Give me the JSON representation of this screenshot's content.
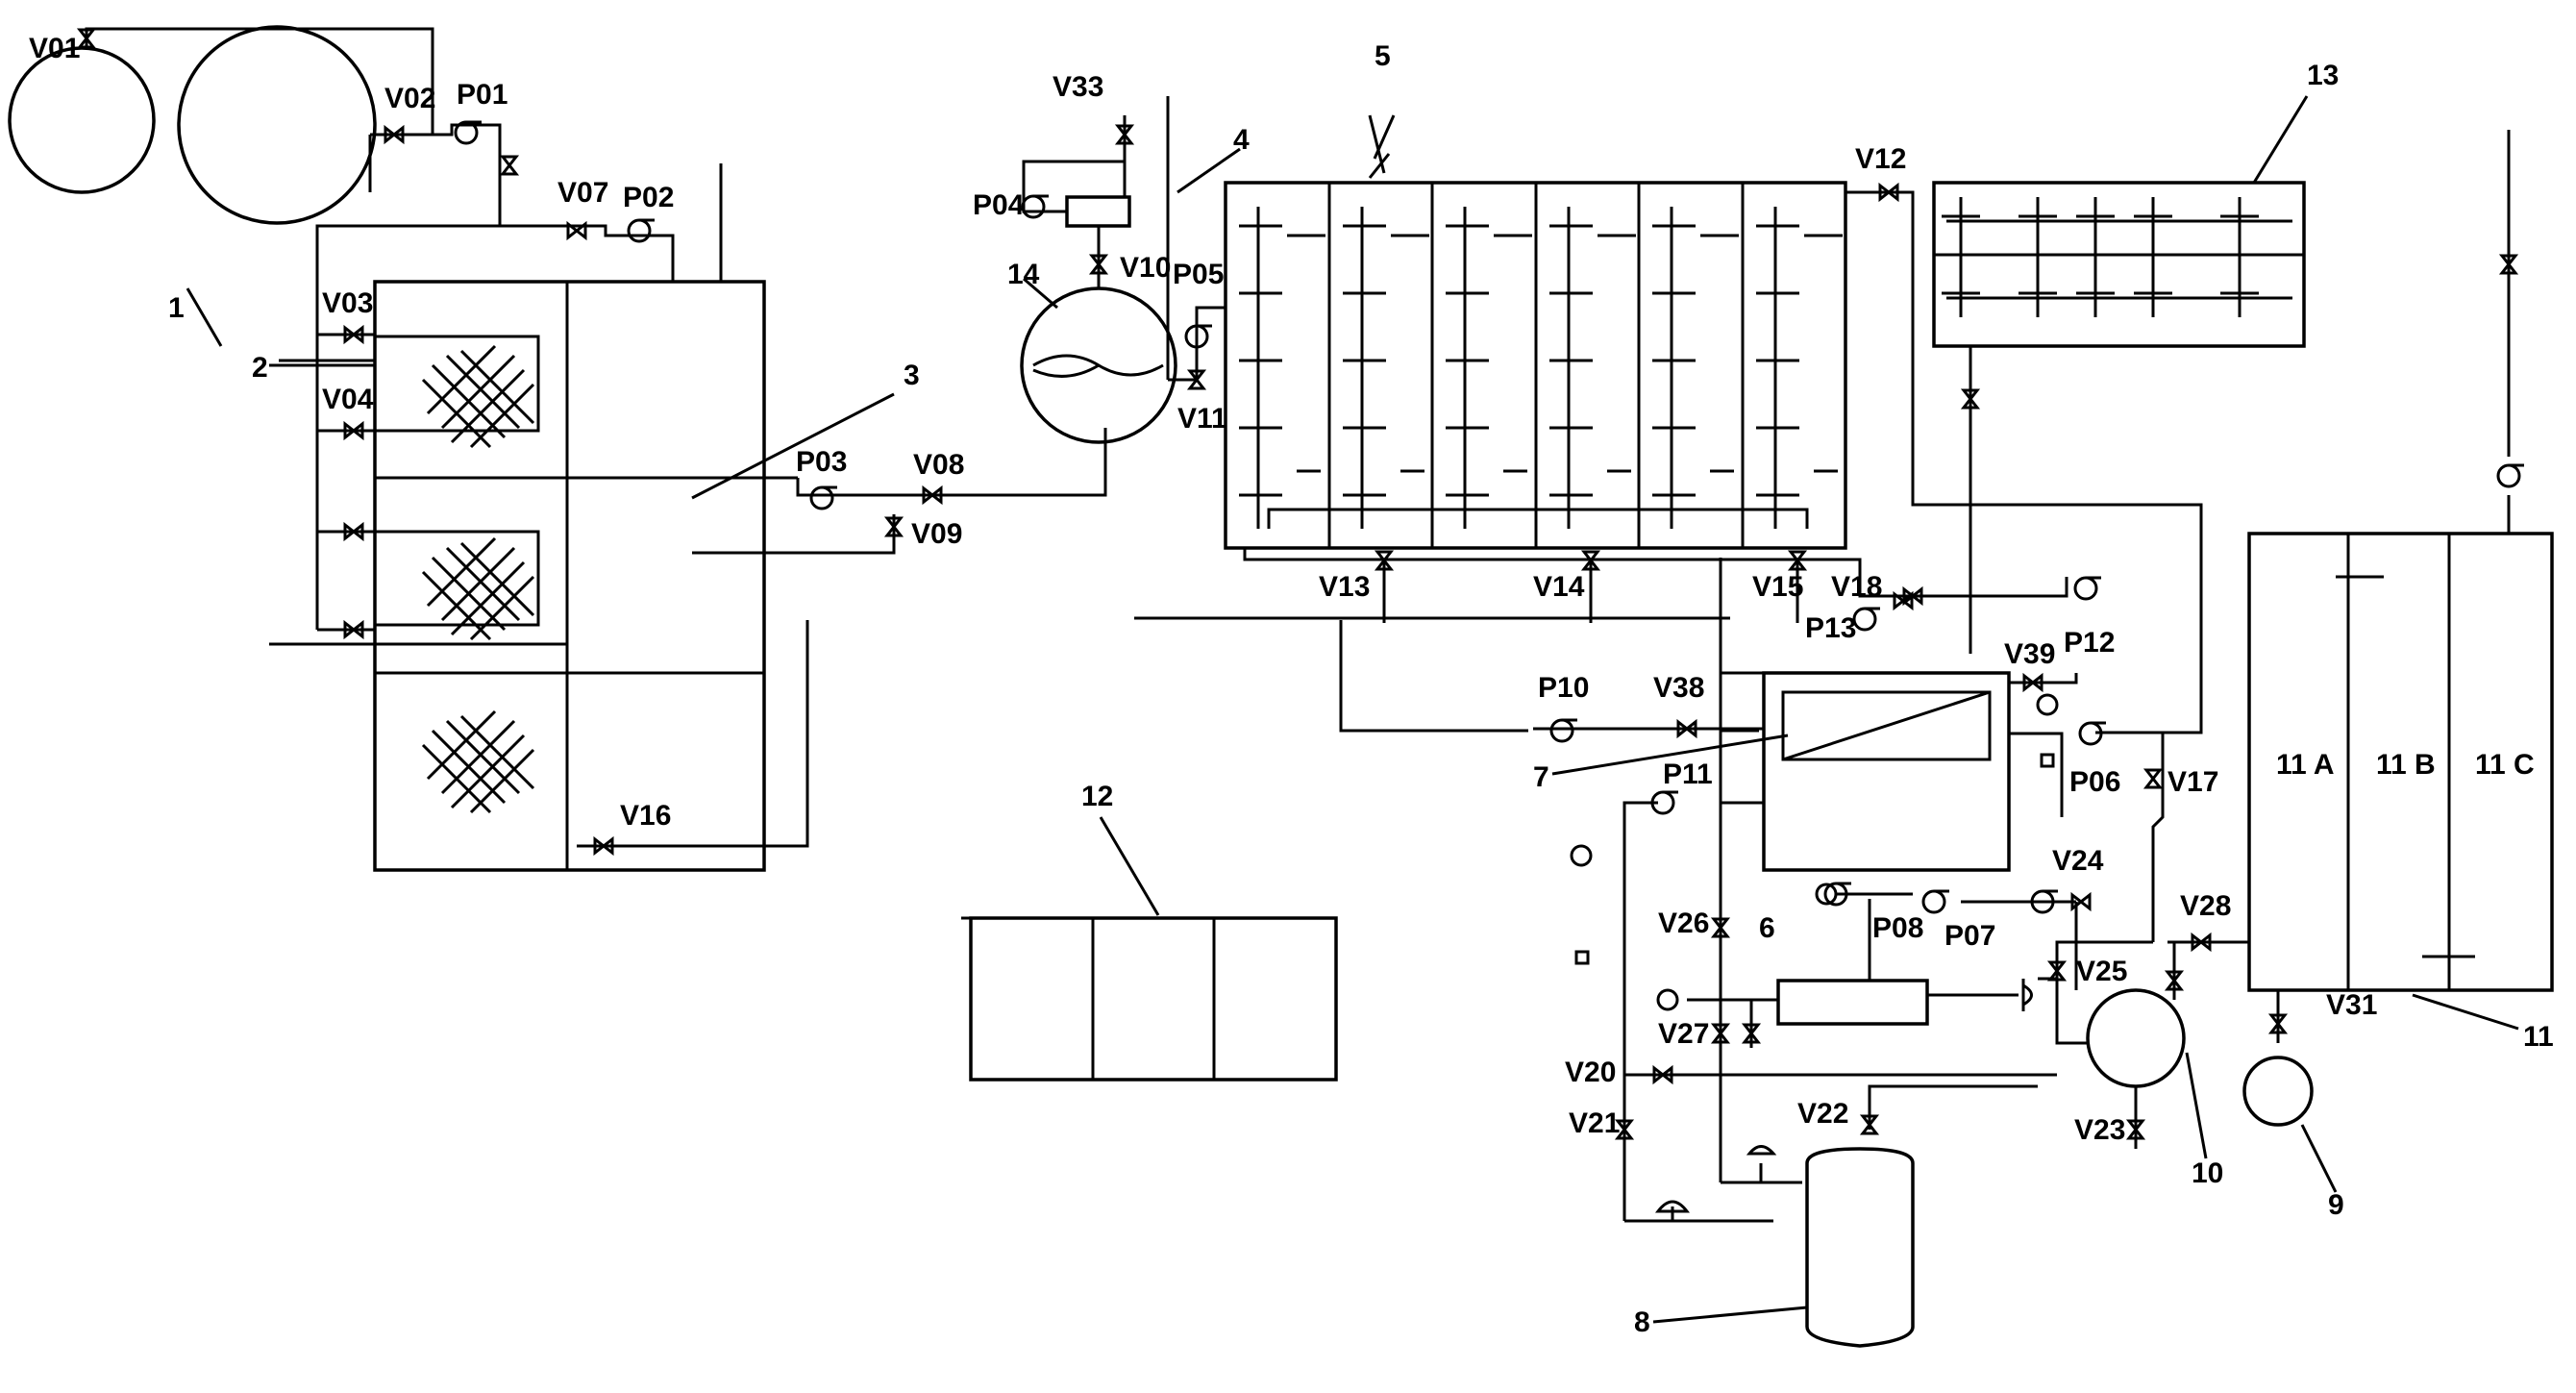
{
  "colors": {
    "line": "#000000",
    "background": "#ffffff"
  },
  "labels": {
    "v01": "V01",
    "v02": "V02",
    "v03": "V03",
    "v04": "V04",
    "v07": "V07",
    "v08": "V08",
    "v09": "V09",
    "v10": "V10",
    "v11": "V11",
    "v12": "V12",
    "v13": "V13",
    "v14": "V14",
    "v15": "V15",
    "v16": "V16",
    "v17": "V17",
    "v18": "V18",
    "v20": "V20",
    "v21": "V21",
    "v22": "V22",
    "v23": "V23",
    "v24": "V24",
    "v25": "V25",
    "v26": "V26",
    "v27": "V27",
    "v28": "V28",
    "v31": "V31",
    "v33": "V33",
    "v38": "V38",
    "v39": "V39",
    "p01": "P01",
    "p02": "P02",
    "p03": "P03",
    "p04": "P04",
    "p05": "P05",
    "p06": "P06",
    "p07": "P07",
    "p08": "P08",
    "p10": "P10",
    "p11": "P11",
    "p12": "P12",
    "p13": "P13"
  },
  "components": {
    "n1": "1",
    "n2": "2",
    "n3": "3",
    "n4": "4",
    "n5": "5",
    "n6": "6",
    "n7": "7",
    "n8": "8",
    "n9": "9",
    "n10": "10",
    "n11": "11",
    "n12": "12",
    "n13": "13",
    "n14": "14",
    "n11a": "11 A",
    "n11b": "11 B",
    "n11c": "11 C"
  }
}
